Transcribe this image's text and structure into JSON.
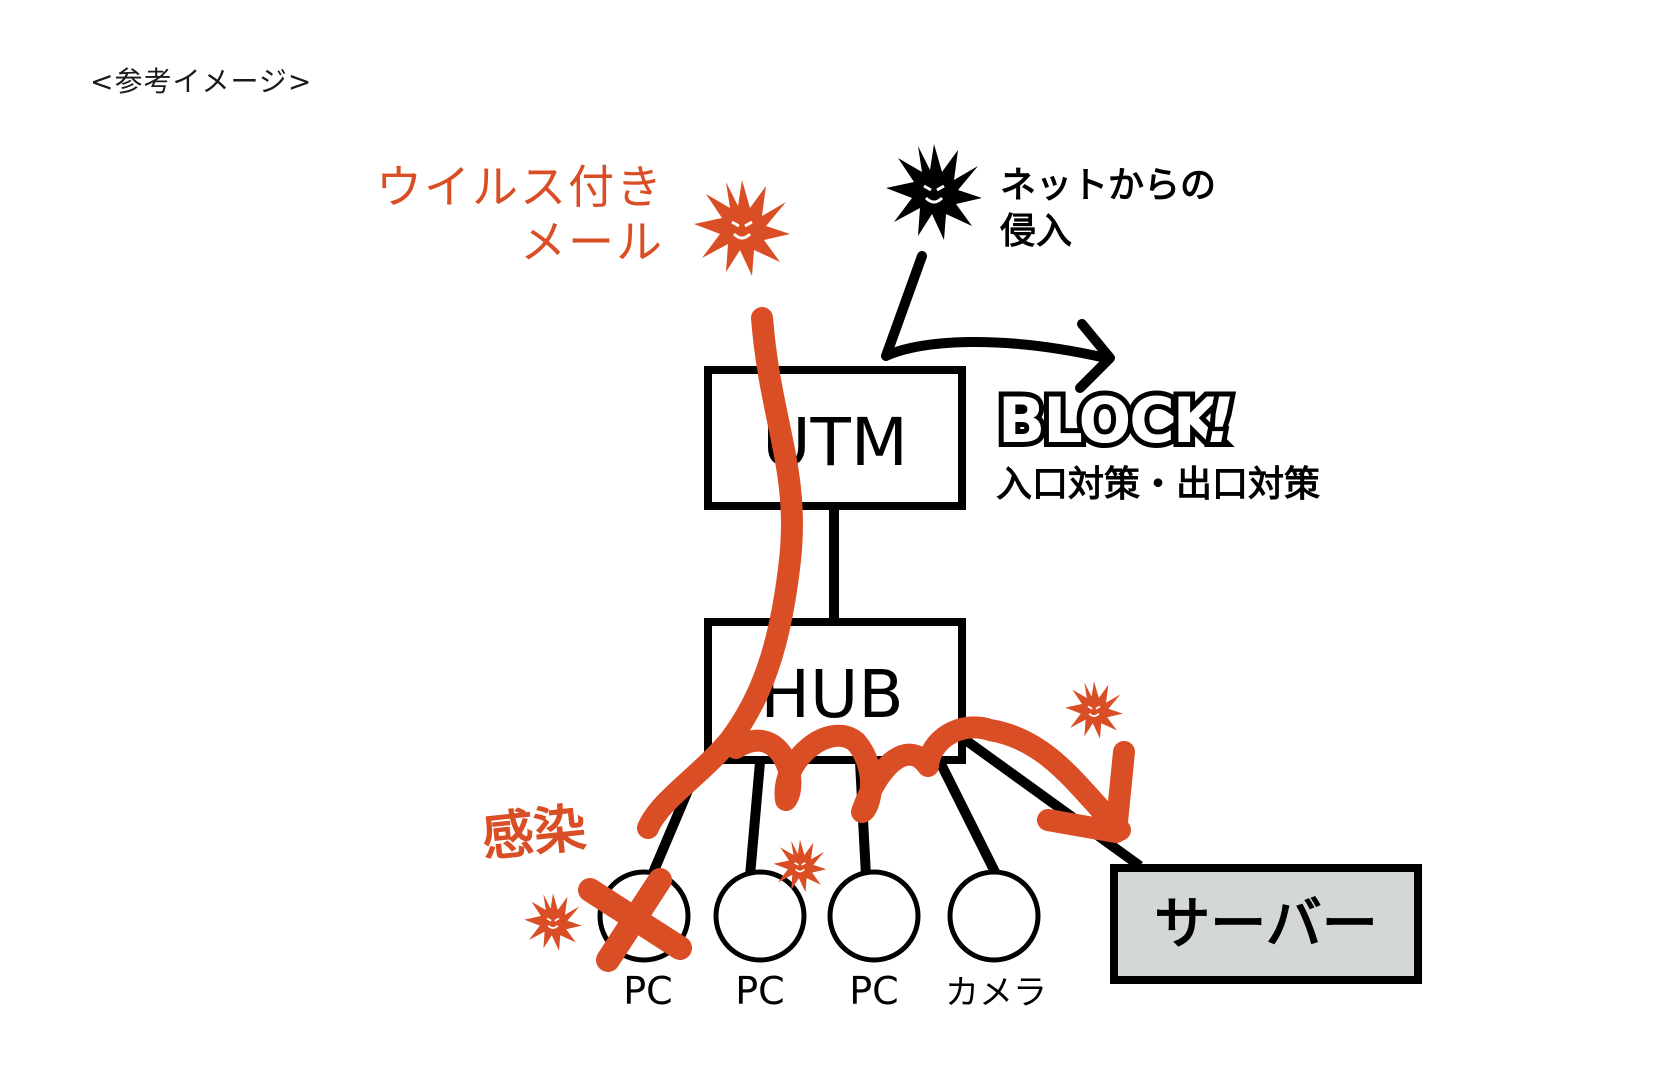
{
  "caption": "<参考イメージ>",
  "colors": {
    "accent": "#d94e25",
    "ink": "#000000",
    "server_fill": "#d3d7d5"
  },
  "labels": {
    "virus_mail_line1": "ウイルス付き",
    "virus_mail_line2": "メール",
    "net_intrusion_line1": "ネットからの",
    "net_intrusion_line2": "侵入",
    "block": "BLOCK",
    "block_mark": "!",
    "countermeasure": "入口対策・出口対策",
    "infection": "感染"
  },
  "nodes": {
    "utm": "UTM",
    "hub": "HUB",
    "server": "サーバー",
    "devices": [
      "PC",
      "PC",
      "PC",
      "カメラ"
    ]
  },
  "icons": [
    "virus-icon",
    "arrow-icon",
    "cross-icon"
  ]
}
